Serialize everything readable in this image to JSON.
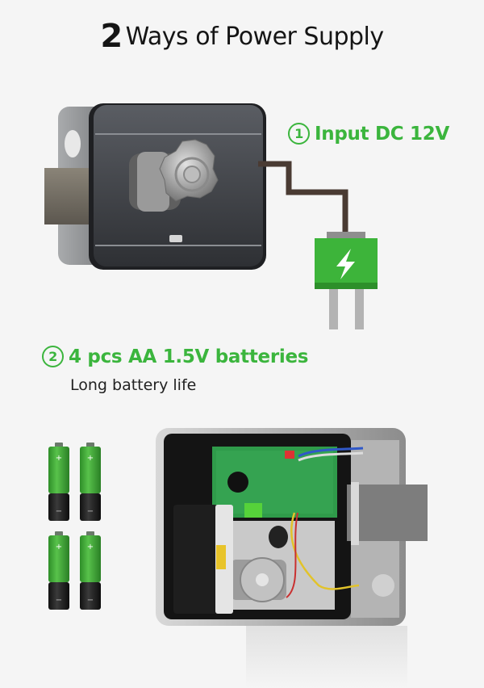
{
  "header": {
    "number": "2",
    "title": "Ways of Power Supply"
  },
  "option1": {
    "index": "1",
    "label": "Input DC 12V"
  },
  "option2": {
    "index": "2",
    "label": "4 pcs AA 1.5V batteries",
    "sublabel": "Long battery life"
  },
  "illustrations": {
    "lock_front": "smart-rim-lock-front-with-knob",
    "power_plug": "lightning-icon",
    "batteries": {
      "count": 4,
      "type": "AA",
      "color": "#3fae3a"
    },
    "lock_open": "lock-internal-view-pcb-motor-battery"
  },
  "colors": {
    "accent": "#3bb53d",
    "text": "#151515",
    "background": "#f5f5f5",
    "cable": "#4a3b33"
  }
}
